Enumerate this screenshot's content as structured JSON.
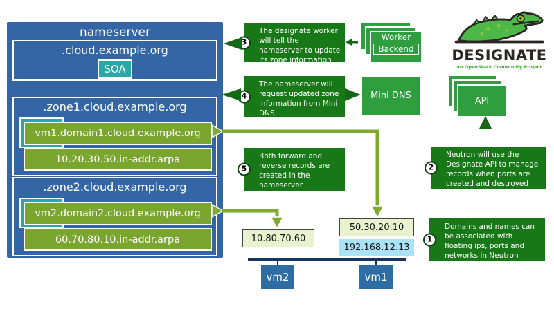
{
  "colors": {
    "panel_blue": "#3465a4",
    "teal": "#2aa8a8",
    "record_green": "#7aa52f",
    "callout_green": "#187818",
    "component_green": "#2f9e3f",
    "arrow_light_green": "#7faa2f",
    "arrow_dark_green": "#156815",
    "floating_ip_bg": "#e9f2cf",
    "fixed_ip_bg": "#aae3f8",
    "bus_navy": "#17365d",
    "logo_text": "#2b2523",
    "logo_subtitle_green": "#3dae2b"
  },
  "nameserver": {
    "title": "nameserver",
    "root_zone": {
      "label": ".cloud.example.org",
      "record": "SOA"
    },
    "zones": [
      {
        "label": ".zone1.cloud.example.org",
        "forward": "vm1.domain1.cloud.example.org",
        "reverse": "10.20.30.50.in-addr.arpa"
      },
      {
        "label": ".zone2.cloud.example.org",
        "forward": "vm2.domain2.cloud.example.org",
        "reverse": "60.70.80.10.in-addr.arpa"
      }
    ]
  },
  "callouts": {
    "step1": {
      "num": "1",
      "text": "Domains and names can be associated with floating ips, ports and networks in Neutron"
    },
    "step2": {
      "num": "2",
      "text": "Neutron will use the Designate API to manage records when ports are created and destroyed"
    },
    "step3": {
      "num": "3",
      "text": "The designate worker will tell the nameserver to update its zone information"
    },
    "step4": {
      "num": "4",
      "text": "The nameserver will request updated zone information from Mini DNS"
    },
    "step5": {
      "num": "5",
      "text": "Both forward and reverse records are created in the nameserver"
    }
  },
  "components": {
    "worker": {
      "label": "Worker",
      "sublabel": "Backend"
    },
    "minidns": {
      "label": "Mini DNS"
    },
    "api": {
      "label": "API"
    }
  },
  "logo": {
    "title": "DESIGNATE",
    "subtitle": "an OpenStack Community Project"
  },
  "network": {
    "vm2_floating_ip": "10.80.70.60",
    "vm1_floating_ip": "50.30.20.10",
    "vm1_fixed_ip": "192.168.12.13",
    "vm2_label": "vm2",
    "vm1_label": "vm1"
  }
}
